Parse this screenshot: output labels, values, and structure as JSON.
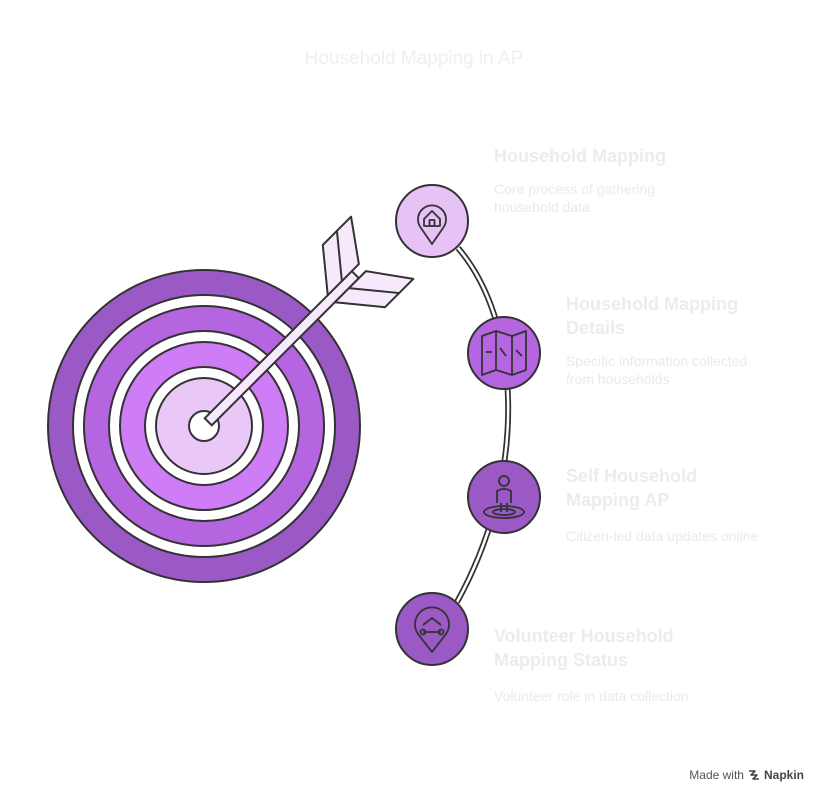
{
  "title": "Household Mapping in AP",
  "colors": {
    "ring_outer": "#9b59c6",
    "ring_mid": "#b565e0",
    "ring_inner": "#cf7cf7",
    "bullseye": "#e9c8f7",
    "node_light": "#e6c2f6",
    "node_mid": "#b565e0",
    "node_dark": "#9b59c6",
    "stroke": "#333333"
  },
  "steps": [
    {
      "title_lines": [
        "Household Mapping"
      ],
      "description_lines": [
        "Core process of gathering",
        "household data"
      ],
      "icon": "house-pin-icon"
    },
    {
      "title_lines": [
        "Household Mapping",
        "Details"
      ],
      "description_lines": [
        "Specific information collected",
        "from households"
      ],
      "icon": "map-icon"
    },
    {
      "title_lines": [
        "Self Household",
        "Mapping AP"
      ],
      "description_lines": [
        "Citizen-led data updates online"
      ],
      "icon": "person-location-icon"
    },
    {
      "title_lines": [
        "Volunteer Household",
        "Mapping Status"
      ],
      "description_lines": [
        "Volunteer role in data collection"
      ],
      "icon": "tools-pin-icon"
    }
  ],
  "footer": {
    "made_with": "Made with",
    "brand": "Napkin"
  }
}
